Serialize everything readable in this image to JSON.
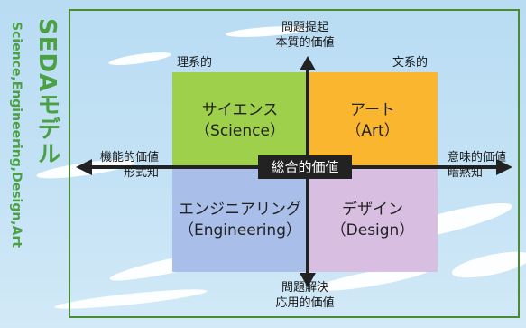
{
  "side": {
    "title": "SEDAモデル",
    "subtitle": "Science,Engineering,Design,Art"
  },
  "axes": {
    "top_line1": "問題提起",
    "top_line2": "本質的価値",
    "bottom_line1": "問題解決",
    "bottom_line2": "応用的価値",
    "left_line1": "機能的価値",
    "left_line2": "形式知",
    "right_line1": "意味的価値",
    "right_line2": "暗黙知",
    "science_side": "理系的",
    "humanities_side": "文系的"
  },
  "quadrants": {
    "science": {
      "name": "サイエンス",
      "en": "（Science）",
      "color": "#9ed04b"
    },
    "art": {
      "name": "アート",
      "en": "（Art）",
      "color": "#fbb62f"
    },
    "engineering": {
      "name": "エンジニアリング",
      "en": "（Engineering）",
      "color": "#a9bfe9"
    },
    "design": {
      "name": "デザイン",
      "en": "（Design）",
      "color": "#d8bfe1"
    }
  },
  "center": "総合的価値",
  "colors": {
    "accent_green": "#4aa043",
    "frame": "#4a8a35",
    "axis": "#222222"
  }
}
